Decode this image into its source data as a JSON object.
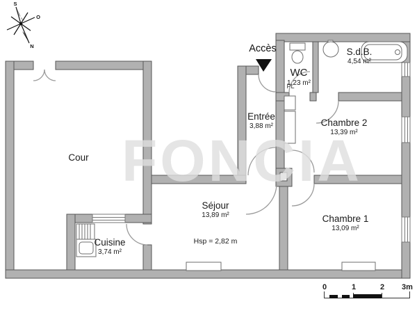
{
  "watermark": {
    "text": "FONCIA"
  },
  "compass": {
    "n": "N",
    "s": "S",
    "o": "O"
  },
  "access": {
    "label": "Accès"
  },
  "labels": {
    "closet": "PL",
    "ceiling_height": "Hsp = 2,82 m"
  },
  "rooms": [
    {
      "name": "Cour",
      "area": ""
    },
    {
      "name": "Cuisine",
      "area": "3,74 m²"
    },
    {
      "name": "Séjour",
      "area": "13,89 m²"
    },
    {
      "name": "Entrée",
      "area": "3,88 m²"
    },
    {
      "name": "WC",
      "area": "1,23 m²"
    },
    {
      "name": "S.d.B.",
      "area": "4,54 m²"
    },
    {
      "name": "Chambre 2",
      "area": "13,39 m²"
    },
    {
      "name": "Chambre 1",
      "area": "13,09 m²"
    }
  ],
  "scale_bar": {
    "ticks": [
      "0",
      "1",
      "2",
      "3m"
    ]
  },
  "colors": {
    "wall": "#b1b1b1",
    "wall_outline": "#565656",
    "door_arc": "#9a9a9a",
    "text": "#1a1a1a"
  }
}
